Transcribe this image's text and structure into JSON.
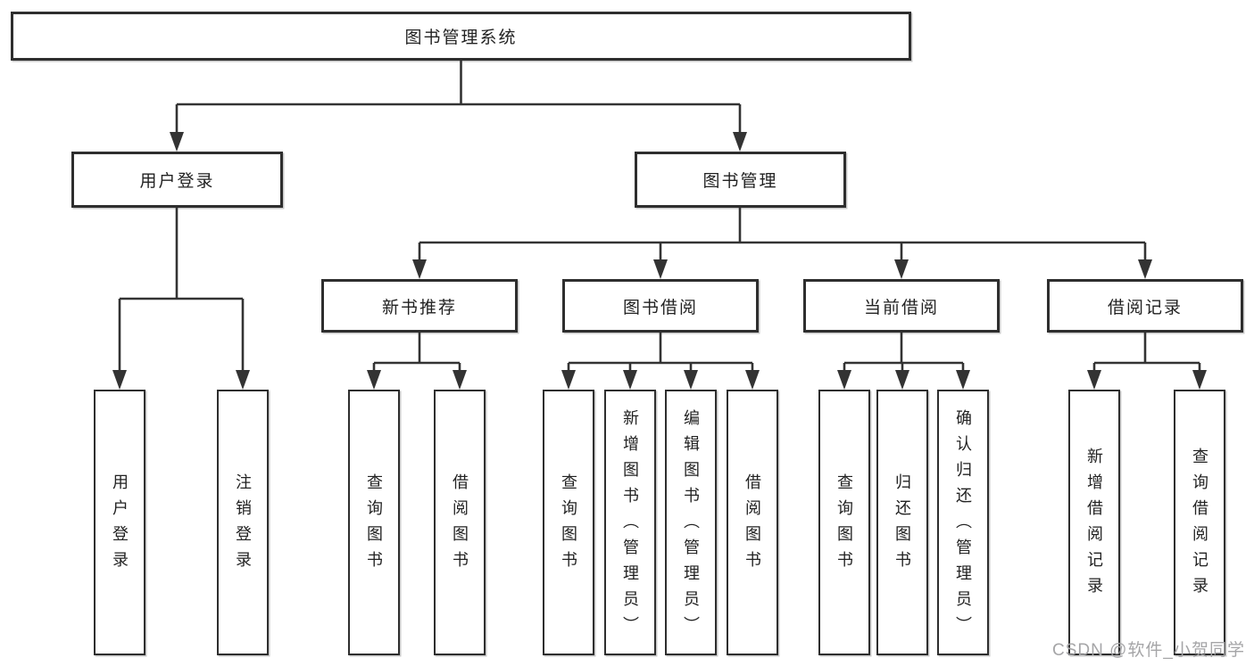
{
  "colors": {
    "line": "#333333",
    "border": "#2e2e2e",
    "text": "#222222",
    "watermark": "#a5a5a7",
    "background": "#ffffff"
  },
  "watermark": "CSDN @软件_小贺同学",
  "diagram": {
    "type": "tree",
    "root": {
      "label": "图书管理系统"
    },
    "branches": [
      {
        "label": "用户登录",
        "children": [
          {
            "label": "用户登录"
          },
          {
            "label": "注销登录"
          }
        ]
      },
      {
        "label": "图书管理",
        "children": [
          {
            "label": "新书推荐",
            "children": [
              {
                "label": "查询图书"
              },
              {
                "label": "借阅图书"
              }
            ]
          },
          {
            "label": "图书借阅",
            "children": [
              {
                "label": "查询图书"
              },
              {
                "label": "新增图书（管理员）"
              },
              {
                "label": "编辑图书（管理员）"
              },
              {
                "label": "借阅图书"
              }
            ]
          },
          {
            "label": "当前借阅",
            "children": [
              {
                "label": "查询图书"
              },
              {
                "label": "归还图书"
              },
              {
                "label": "确认归还（管理员）"
              }
            ]
          },
          {
            "label": "借阅记录",
            "children": [
              {
                "label": "新增借阅记录"
              },
              {
                "label": "查询借阅记录"
              }
            ]
          }
        ]
      }
    ]
  }
}
